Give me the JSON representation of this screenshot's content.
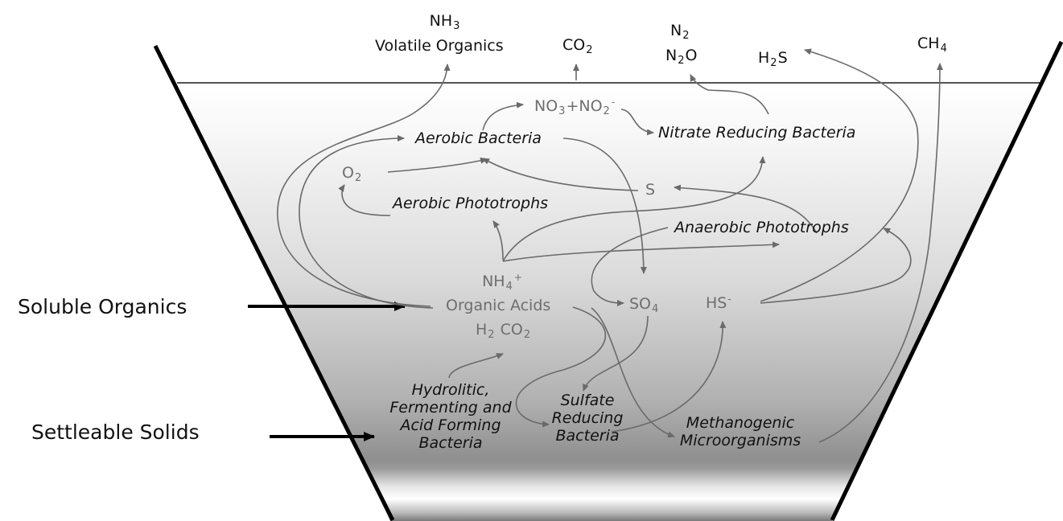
{
  "inputs": {
    "soluble": "Soluble Organics",
    "settleable": "Settleable Solids"
  },
  "gases": {
    "nh3": {
      "base": "NH",
      "sub": "3"
    },
    "volatile": "Volatile Organics",
    "co2": {
      "base": "CO",
      "sub": "2"
    },
    "n2": {
      "base": "N",
      "sub": "2"
    },
    "n2o": {
      "a": "N",
      "sub": "2",
      "b": "O"
    },
    "h2s": {
      "a": "H",
      "sub": "2",
      "b": "S"
    },
    "ch4": {
      "base": "CH",
      "sub": "4"
    }
  },
  "compounds": {
    "no3no2": {
      "a": "NO",
      "sub": "3",
      "b": "+NO",
      "sub2": "2",
      "sup": "-"
    },
    "o2": {
      "base": "O",
      "sub": "2"
    },
    "s": "S",
    "nh4": {
      "base": "NH",
      "sub": "4",
      "sup": "+"
    },
    "organic_acids": "Organic Acids",
    "h2co2": {
      "a": "H",
      "sub": "2",
      "b": " CO",
      "sub2": "2"
    },
    "so4": {
      "base": "SO",
      "sub": "4"
    },
    "hs": {
      "base": "HS",
      "sup": "-"
    }
  },
  "organisms": {
    "aerobic_bacteria": "Aerobic Bacteria",
    "nitrate_reducing": "Nitrate Reducing Bacteria",
    "aerobic_phototrophs": "Aerobic Phototrophs",
    "anaerobic_phototrophs": "Anaerobic Phototrophs",
    "hydrolitic": [
      "Hydrolitic,",
      "Fermenting and",
      "Acid Forming",
      "Bacteria"
    ],
    "sulfate_reducing": [
      "Sulfate",
      "Reducing",
      "Bacteria"
    ],
    "methanogenic": [
      "Methanogenic",
      "Microorganisms"
    ]
  }
}
